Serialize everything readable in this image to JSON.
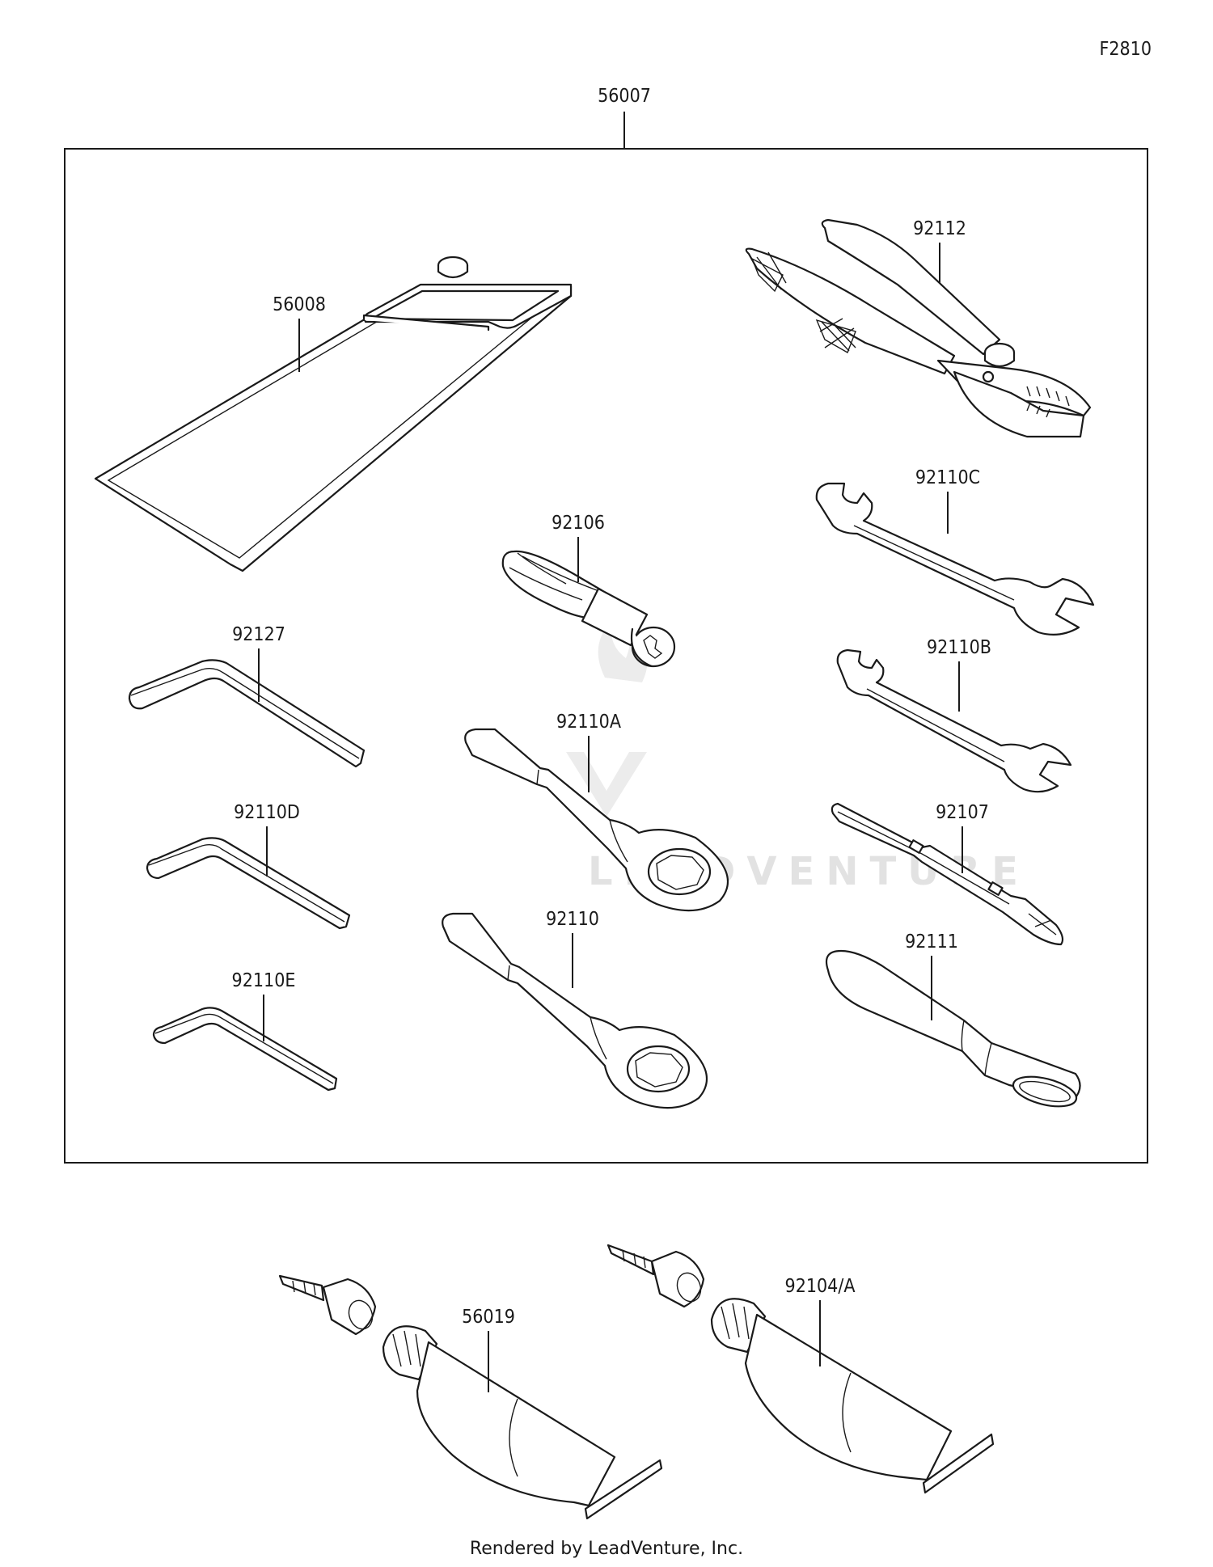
{
  "diagram": {
    "code": "F2810",
    "kit_part": "56007",
    "footer": "Rendered by LeadVenture, Inc.",
    "watermark": "LEADVENTURE",
    "parts": {
      "case": "56008",
      "pliers": "92112",
      "wrench_c": "92110C",
      "socket": "92106",
      "hex_key_127": "92127",
      "wrench_b": "92110B",
      "ring_a": "92110A",
      "hex_key_d": "92110D",
      "screwdriver": "92107",
      "ring": "92110",
      "hex_key_e": "92110E",
      "handle": "92111",
      "tube_left": "56019",
      "tube_right": "92104/A"
    }
  }
}
